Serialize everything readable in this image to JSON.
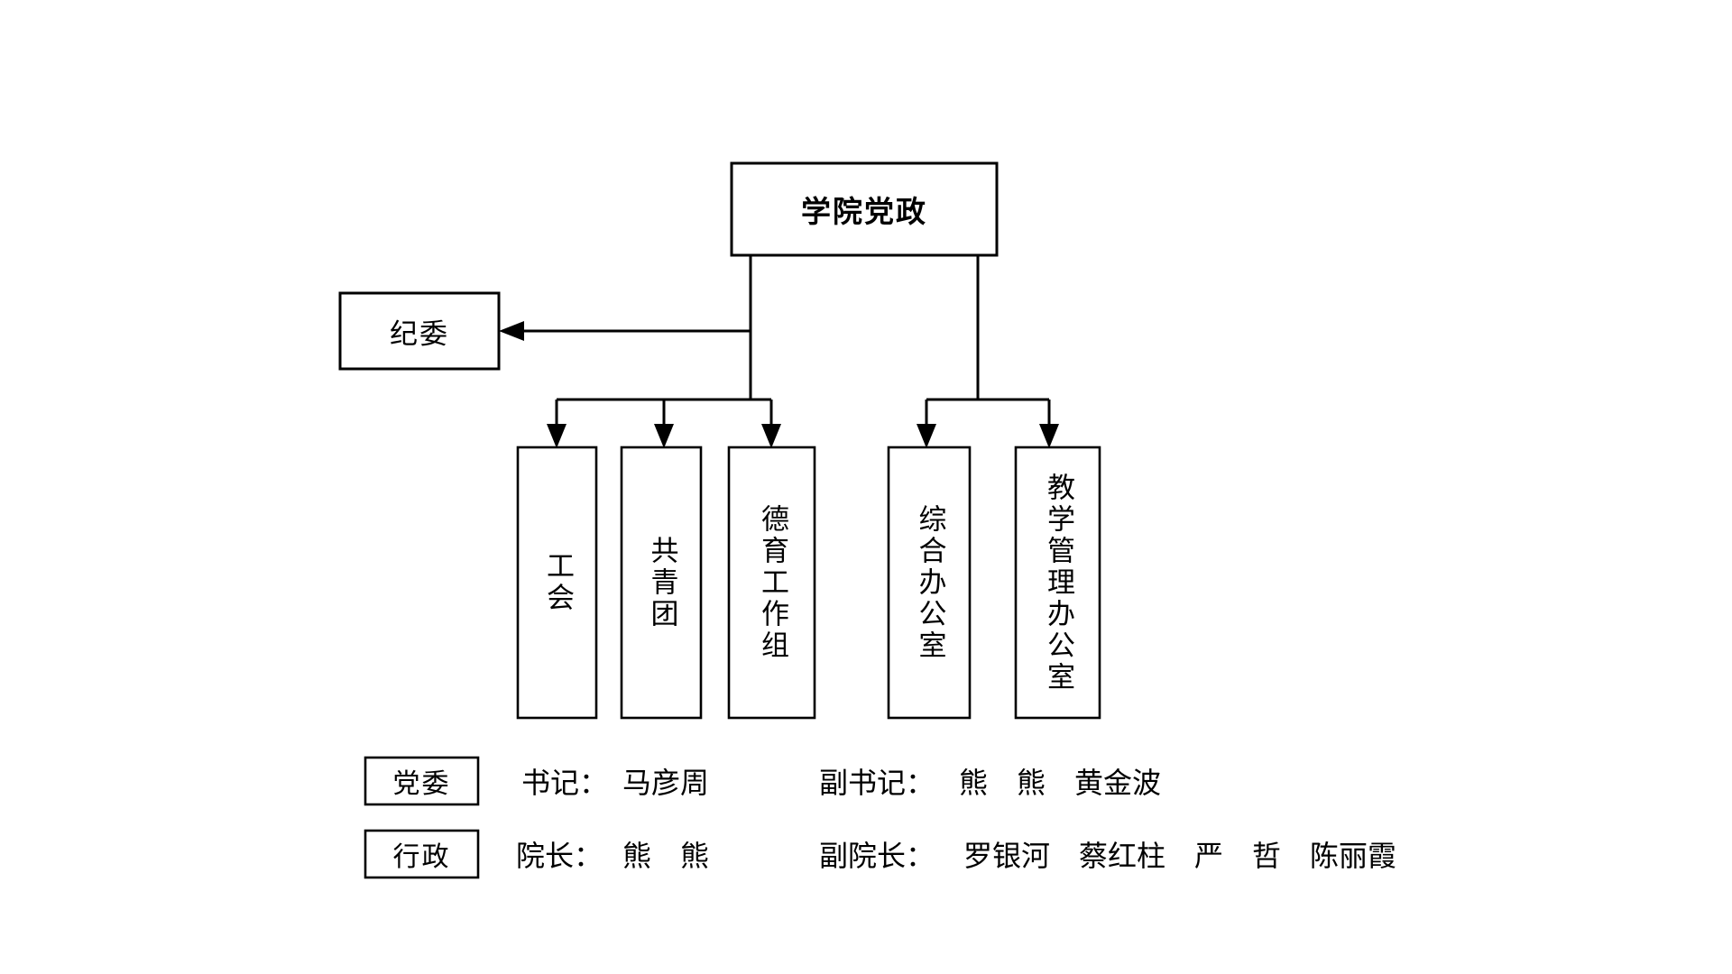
{
  "diagram": {
    "type": "organization-chart",
    "title_box": {
      "label": "学院党政"
    },
    "side_box": {
      "label": "纪委"
    },
    "branch_boxes": [
      {
        "id": "gonghui",
        "label": "工会",
        "group": "left"
      },
      {
        "id": "gongqingtuan",
        "label": "共青团",
        "group": "left"
      },
      {
        "id": "deyu",
        "label": "德育工作组",
        "group": "left"
      },
      {
        "id": "zonghe",
        "label": "综合办公室",
        "group": "right"
      },
      {
        "id": "jiaoxue",
        "label": "教学管理办公室",
        "group": "right"
      }
    ],
    "roster": [
      {
        "tag": "党委",
        "primary_role": "书记：",
        "primary_people": "马彦周",
        "deputy_role": "副书记：",
        "deputy_people": "熊　熊　黄金波"
      },
      {
        "tag": "行政",
        "primary_role": "院长：",
        "primary_people": "熊　熊",
        "deputy_role": "副院长：",
        "deputy_people": "罗银河　蔡红柱　严　哲　陈丽霞"
      }
    ],
    "colors": {
      "stroke": "#000000",
      "background": "#ffffff",
      "text": "#000000"
    }
  }
}
